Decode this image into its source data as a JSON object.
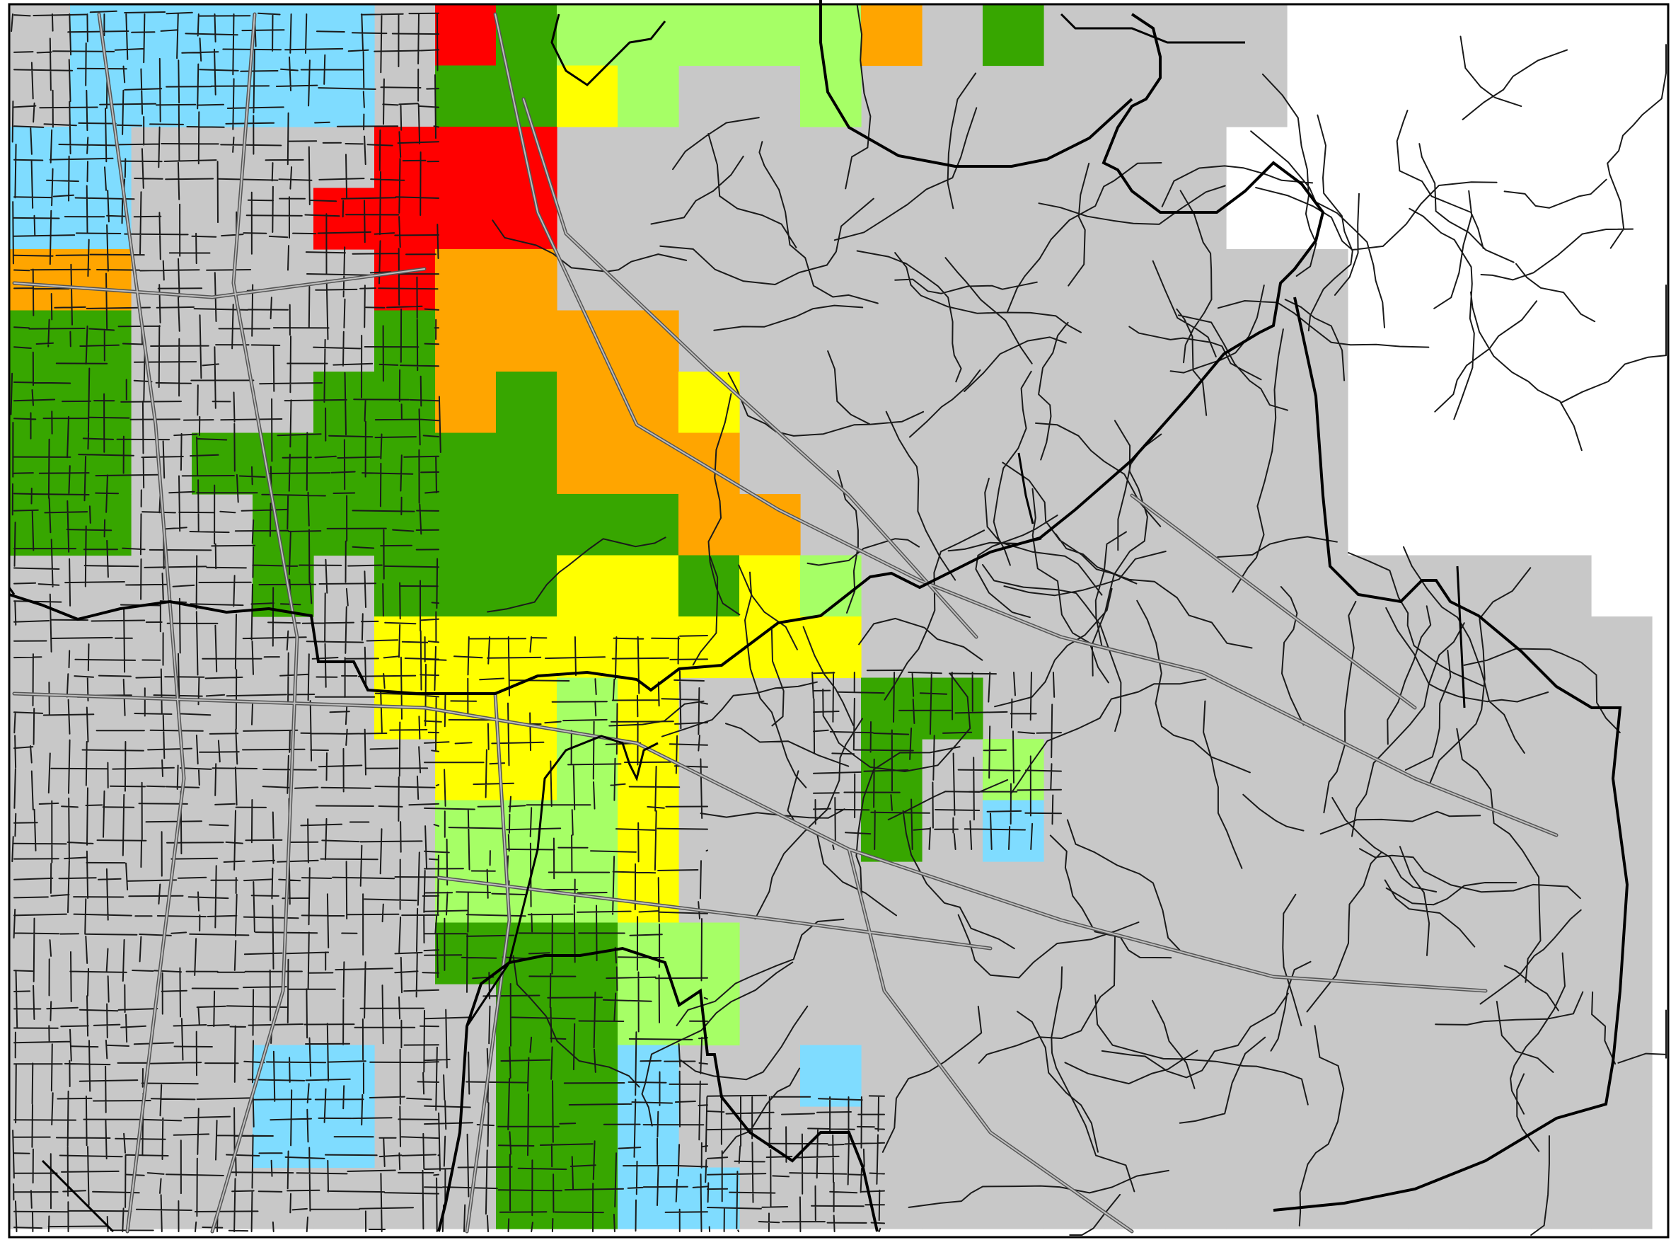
{
  "map": {
    "type": "grid-heatmap",
    "background_color": "#ffffff",
    "land_color": "#c8c8c8",
    "road_color": "#1a1a1a",
    "boundary_color": "#000000",
    "legend": [],
    "levels": [
      {
        "id": 0,
        "name": "",
        "color": "#c8c8c8"
      },
      {
        "id": 1,
        "name": "",
        "color": "#7fdcff"
      },
      {
        "id": 2,
        "name": "",
        "color": "#a6ff66"
      },
      {
        "id": 3,
        "name": "",
        "color": "#37a600"
      },
      {
        "id": 4,
        "name": "",
        "color": "#ffff00"
      },
      {
        "id": 5,
        "name": "",
        "color": "#ffa500"
      },
      {
        "id": 6,
        "name": "",
        "color": "#ff0000"
      }
    ],
    "grid": {
      "origin_col_row": [
        0,
        0
      ],
      "cell_count_cols": 27,
      "cell_count_rows": 20,
      "cells": [
        {
          "col": 1,
          "row": 0,
          "level": 1
        },
        {
          "col": 2,
          "row": 0,
          "level": 1
        },
        {
          "col": 3,
          "row": 0,
          "level": 1
        },
        {
          "col": 4,
          "row": 0,
          "level": 1
        },
        {
          "col": 5,
          "row": 0,
          "level": 1
        },
        {
          "col": 7,
          "row": 0,
          "level": 6
        },
        {
          "col": 8,
          "row": 0,
          "level": 3
        },
        {
          "col": 9,
          "row": 0,
          "level": 2
        },
        {
          "col": 10,
          "row": 0,
          "level": 2
        },
        {
          "col": 11,
          "row": 0,
          "level": 2
        },
        {
          "col": 12,
          "row": 0,
          "level": 2
        },
        {
          "col": 13,
          "row": 0,
          "level": 2
        },
        {
          "col": 14,
          "row": 0,
          "level": 5
        },
        {
          "col": 16,
          "row": 0,
          "level": 3
        },
        {
          "col": 1,
          "row": 1,
          "level": 1
        },
        {
          "col": 2,
          "row": 1,
          "level": 1
        },
        {
          "col": 3,
          "row": 1,
          "level": 1
        },
        {
          "col": 4,
          "row": 1,
          "level": 1
        },
        {
          "col": 5,
          "row": 1,
          "level": 1
        },
        {
          "col": 7,
          "row": 1,
          "level": 3
        },
        {
          "col": 8,
          "row": 1,
          "level": 3
        },
        {
          "col": 9,
          "row": 1,
          "level": 4
        },
        {
          "col": 10,
          "row": 1,
          "level": 2
        },
        {
          "col": 13,
          "row": 1,
          "level": 2
        },
        {
          "col": 0,
          "row": 2,
          "level": 1
        },
        {
          "col": 1,
          "row": 2,
          "level": 1
        },
        {
          "col": 6,
          "row": 2,
          "level": 6
        },
        {
          "col": 7,
          "row": 2,
          "level": 6
        },
        {
          "col": 8,
          "row": 2,
          "level": 6
        },
        {
          "col": 0,
          "row": 3,
          "level": 1
        },
        {
          "col": 1,
          "row": 3,
          "level": 1
        },
        {
          "col": 5,
          "row": 3,
          "level": 6
        },
        {
          "col": 6,
          "row": 3,
          "level": 6
        },
        {
          "col": 7,
          "row": 3,
          "level": 6
        },
        {
          "col": 8,
          "row": 3,
          "level": 6
        },
        {
          "col": 0,
          "row": 4,
          "level": 5
        },
        {
          "col": 1,
          "row": 4,
          "level": 5
        },
        {
          "col": 6,
          "row": 4,
          "level": 6
        },
        {
          "col": 7,
          "row": 4,
          "level": 5
        },
        {
          "col": 8,
          "row": 4,
          "level": 5
        },
        {
          "col": 0,
          "row": 5,
          "level": 3
        },
        {
          "col": 1,
          "row": 5,
          "level": 3
        },
        {
          "col": 6,
          "row": 5,
          "level": 3
        },
        {
          "col": 7,
          "row": 5,
          "level": 5
        },
        {
          "col": 8,
          "row": 5,
          "level": 5
        },
        {
          "col": 9,
          "row": 5,
          "level": 5
        },
        {
          "col": 10,
          "row": 5,
          "level": 5
        },
        {
          "col": 0,
          "row": 6,
          "level": 3
        },
        {
          "col": 1,
          "row": 6,
          "level": 3
        },
        {
          "col": 5,
          "row": 6,
          "level": 3
        },
        {
          "col": 6,
          "row": 6,
          "level": 3
        },
        {
          "col": 7,
          "row": 6,
          "level": 5
        },
        {
          "col": 8,
          "row": 6,
          "level": 3
        },
        {
          "col": 9,
          "row": 6,
          "level": 5
        },
        {
          "col": 10,
          "row": 6,
          "level": 5
        },
        {
          "col": 11,
          "row": 6,
          "level": 4
        },
        {
          "col": 0,
          "row": 7,
          "level": 3
        },
        {
          "col": 1,
          "row": 7,
          "level": 3
        },
        {
          "col": 3,
          "row": 7,
          "level": 3
        },
        {
          "col": 4,
          "row": 7,
          "level": 3
        },
        {
          "col": 5,
          "row": 7,
          "level": 3
        },
        {
          "col": 6,
          "row": 7,
          "level": 3
        },
        {
          "col": 7,
          "row": 7,
          "level": 3
        },
        {
          "col": 8,
          "row": 7,
          "level": 3
        },
        {
          "col": 9,
          "row": 7,
          "level": 5
        },
        {
          "col": 10,
          "row": 7,
          "level": 5
        },
        {
          "col": 11,
          "row": 7,
          "level": 5
        },
        {
          "col": 0,
          "row": 8,
          "level": 3
        },
        {
          "col": 1,
          "row": 8,
          "level": 3
        },
        {
          "col": 4,
          "row": 8,
          "level": 3
        },
        {
          "col": 5,
          "row": 8,
          "level": 3
        },
        {
          "col": 6,
          "row": 8,
          "level": 3
        },
        {
          "col": 7,
          "row": 8,
          "level": 3
        },
        {
          "col": 8,
          "row": 8,
          "level": 3
        },
        {
          "col": 9,
          "row": 8,
          "level": 3
        },
        {
          "col": 10,
          "row": 8,
          "level": 3
        },
        {
          "col": 11,
          "row": 8,
          "level": 5
        },
        {
          "col": 12,
          "row": 8,
          "level": 5
        },
        {
          "col": 4,
          "row": 9,
          "level": 3
        },
        {
          "col": 6,
          "row": 9,
          "level": 3
        },
        {
          "col": 7,
          "row": 9,
          "level": 3
        },
        {
          "col": 8,
          "row": 9,
          "level": 3
        },
        {
          "col": 9,
          "row": 9,
          "level": 4
        },
        {
          "col": 10,
          "row": 9,
          "level": 4
        },
        {
          "col": 11,
          "row": 9,
          "level": 3
        },
        {
          "col": 12,
          "row": 9,
          "level": 4
        },
        {
          "col": 13,
          "row": 9,
          "level": 2
        },
        {
          "col": 6,
          "row": 10,
          "level": 4
        },
        {
          "col": 7,
          "row": 10,
          "level": 4
        },
        {
          "col": 8,
          "row": 10,
          "level": 4
        },
        {
          "col": 9,
          "row": 10,
          "level": 4
        },
        {
          "col": 10,
          "row": 10,
          "level": 4
        },
        {
          "col": 11,
          "row": 10,
          "level": 4
        },
        {
          "col": 12,
          "row": 10,
          "level": 4
        },
        {
          "col": 13,
          "row": 10,
          "level": 4
        },
        {
          "col": 6,
          "row": 11,
          "level": 4
        },
        {
          "col": 7,
          "row": 11,
          "level": 4
        },
        {
          "col": 8,
          "row": 11,
          "level": 4
        },
        {
          "col": 9,
          "row": 11,
          "level": 2
        },
        {
          "col": 10,
          "row": 11,
          "level": 4
        },
        {
          "col": 14,
          "row": 11,
          "level": 3
        },
        {
          "col": 15,
          "row": 11,
          "level": 3
        },
        {
          "col": 7,
          "row": 12,
          "level": 4
        },
        {
          "col": 8,
          "row": 12,
          "level": 4
        },
        {
          "col": 9,
          "row": 12,
          "level": 2
        },
        {
          "col": 10,
          "row": 12,
          "level": 4
        },
        {
          "col": 14,
          "row": 12,
          "level": 3
        },
        {
          "col": 16,
          "row": 12,
          "level": 2
        },
        {
          "col": 7,
          "row": 13,
          "level": 2
        },
        {
          "col": 8,
          "row": 13,
          "level": 2
        },
        {
          "col": 9,
          "row": 13,
          "level": 2
        },
        {
          "col": 10,
          "row": 13,
          "level": 4
        },
        {
          "col": 14,
          "row": 13,
          "level": 3
        },
        {
          "col": 16,
          "row": 13,
          "level": 1
        },
        {
          "col": 7,
          "row": 14,
          "level": 2
        },
        {
          "col": 8,
          "row": 14,
          "level": 2
        },
        {
          "col": 9,
          "row": 14,
          "level": 2
        },
        {
          "col": 10,
          "row": 14,
          "level": 4
        },
        {
          "col": 7,
          "row": 15,
          "level": 3
        },
        {
          "col": 8,
          "row": 15,
          "level": 3
        },
        {
          "col": 9,
          "row": 15,
          "level": 3
        },
        {
          "col": 10,
          "row": 15,
          "level": 2
        },
        {
          "col": 11,
          "row": 15,
          "level": 2
        },
        {
          "col": 8,
          "row": 16,
          "level": 3
        },
        {
          "col": 9,
          "row": 16,
          "level": 3
        },
        {
          "col": 10,
          "row": 16,
          "level": 2
        },
        {
          "col": 11,
          "row": 16,
          "level": 2
        },
        {
          "col": 4,
          "row": 17,
          "level": 1
        },
        {
          "col": 5,
          "row": 17,
          "level": 1
        },
        {
          "col": 8,
          "row": 17,
          "level": 3
        },
        {
          "col": 9,
          "row": 17,
          "level": 3
        },
        {
          "col": 10,
          "row": 17,
          "level": 1
        },
        {
          "col": 13,
          "row": 17,
          "level": 1
        },
        {
          "col": 4,
          "row": 18,
          "level": 1
        },
        {
          "col": 5,
          "row": 18,
          "level": 1
        },
        {
          "col": 8,
          "row": 18,
          "level": 3
        },
        {
          "col": 9,
          "row": 18,
          "level": 3
        },
        {
          "col": 10,
          "row": 18,
          "level": 1
        },
        {
          "col": 8,
          "row": 19,
          "level": 3
        },
        {
          "col": 9,
          "row": 19,
          "level": 3
        },
        {
          "col": 10,
          "row": 19,
          "level": 1
        },
        {
          "col": 11,
          "row": 19,
          "level": 1
        }
      ]
    },
    "land_mask_cells_excluded": [
      {
        "col": 21,
        "row": 0
      },
      {
        "col": 22,
        "row": 0
      },
      {
        "col": 23,
        "row": 0
      },
      {
        "col": 24,
        "row": 0
      },
      {
        "col": 25,
        "row": 0
      },
      {
        "col": 26,
        "row": 0
      },
      {
        "col": 21,
        "row": 1
      },
      {
        "col": 22,
        "row": 1
      },
      {
        "col": 23,
        "row": 1
      },
      {
        "col": 24,
        "row": 1
      },
      {
        "col": 25,
        "row": 1
      },
      {
        "col": 26,
        "row": 1
      },
      {
        "col": 20,
        "row": 2
      },
      {
        "col": 21,
        "row": 2
      },
      {
        "col": 22,
        "row": 2
      },
      {
        "col": 23,
        "row": 2
      },
      {
        "col": 24,
        "row": 2
      },
      {
        "col": 25,
        "row": 2
      },
      {
        "col": 26,
        "row": 2
      },
      {
        "col": 20,
        "row": 3
      },
      {
        "col": 21,
        "row": 3
      },
      {
        "col": 22,
        "row": 3
      },
      {
        "col": 23,
        "row": 3
      },
      {
        "col": 24,
        "row": 3
      },
      {
        "col": 25,
        "row": 3
      },
      {
        "col": 26,
        "row": 3
      },
      {
        "col": 22,
        "row": 4
      },
      {
        "col": 23,
        "row": 4
      },
      {
        "col": 24,
        "row": 4
      },
      {
        "col": 25,
        "row": 4
      },
      {
        "col": 26,
        "row": 4
      },
      {
        "col": 22,
        "row": 5
      },
      {
        "col": 23,
        "row": 5
      },
      {
        "col": 24,
        "row": 5
      },
      {
        "col": 25,
        "row": 5
      },
      {
        "col": 26,
        "row": 5
      },
      {
        "col": 22,
        "row": 6
      },
      {
        "col": 23,
        "row": 6
      },
      {
        "col": 24,
        "row": 6
      },
      {
        "col": 25,
        "row": 6
      },
      {
        "col": 26,
        "row": 6
      },
      {
        "col": 22,
        "row": 7
      },
      {
        "col": 23,
        "row": 7
      },
      {
        "col": 24,
        "row": 7
      },
      {
        "col": 25,
        "row": 7
      },
      {
        "col": 26,
        "row": 7
      },
      {
        "col": 22,
        "row": 8
      },
      {
        "col": 23,
        "row": 8
      },
      {
        "col": 24,
        "row": 8
      },
      {
        "col": 25,
        "row": 8
      },
      {
        "col": 26,
        "row": 8
      },
      {
        "col": 26,
        "row": 9
      }
    ]
  }
}
